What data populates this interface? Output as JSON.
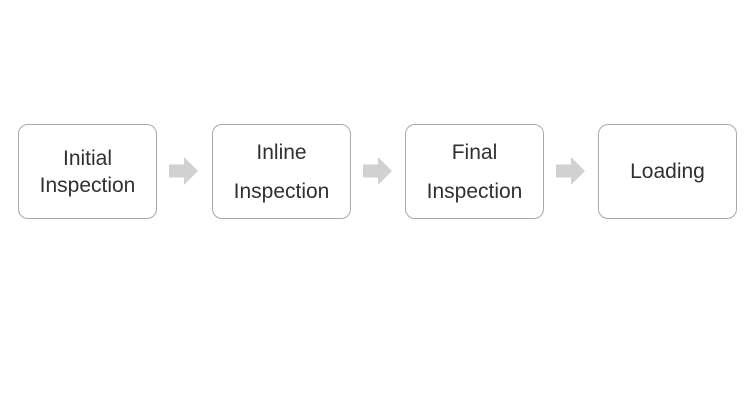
{
  "flowchart": {
    "steps": [
      {
        "name": "initial-inspection",
        "line1": "Initial",
        "line2": "Inspection"
      },
      {
        "name": "inline-inspection",
        "line1": "Inline",
        "line2": "Inspection"
      },
      {
        "name": "final-inspection",
        "line1": "Final",
        "line2": "Inspection"
      },
      {
        "name": "loading",
        "line1": "Loading"
      }
    ],
    "connector_icon": "right-block-arrow",
    "colors": {
      "background": "#ffffff",
      "box_fill": "#ffffff",
      "box_border": "#a8a8a8",
      "text": "#303030",
      "arrow_fill": "#d1d1d1"
    }
  }
}
